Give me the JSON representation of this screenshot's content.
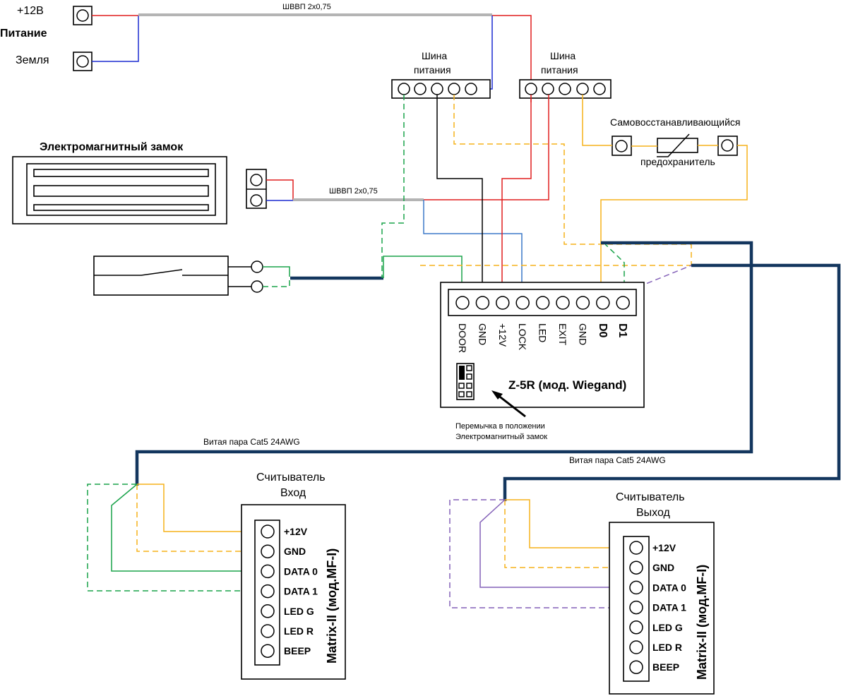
{
  "power": {
    "plus_label": "+12В",
    "title": "Питание",
    "ground_label": "Земля",
    "top_cable": "ШВВП 2х0,75"
  },
  "bus": {
    "left_label_1": "Шина",
    "left_label_2": "питания",
    "right_label_1": "Шина",
    "right_label_2": "питания"
  },
  "fuse": {
    "label_top": "Самовосстанавливающийся",
    "label_bottom": "предохранитель"
  },
  "lock": {
    "title": "Электромагнитный замок",
    "cable": "ШВВП 2х0,75"
  },
  "controller": {
    "name": "Z-5R (мод. Wiegand)",
    "terminals": [
      "DOOR",
      "GND",
      "+12V",
      "LOCK",
      "LED",
      "EXIT",
      "GND",
      "D0",
      "D1"
    ],
    "jumper_note_1": "Перемычка в положении",
    "jumper_note_2": "Электромагнитный замок"
  },
  "cables": {
    "entry": "Витая пара Cat5 24AWG",
    "exit": "Витая пара Cat5 24AWG"
  },
  "reader_in": {
    "title_1": "Считыватель",
    "title_2": "Вход",
    "model": "Matrix-II (мод.MF-I)",
    "pins": [
      "+12V",
      "GND",
      "DATA 0",
      "DATA 1",
      "LED G",
      "LED R",
      "BEEP"
    ]
  },
  "reader_out": {
    "title_1": "Считыватель",
    "title_2": "Выход",
    "model": "Matrix-II (мод.MF-I)",
    "pins": [
      "+12V",
      "GND",
      "DATA 0",
      "DATA 1",
      "LED G",
      "LED R",
      "BEEP"
    ]
  },
  "colors": {
    "red": "#e01e1e",
    "blue": "#1b2bd0",
    "light_blue": "#3c78c8",
    "green": "#1aa34a",
    "orange": "#f5b21a",
    "violet": "#8461b8",
    "navy": "#13365e",
    "gray": "#b4b4b4"
  }
}
